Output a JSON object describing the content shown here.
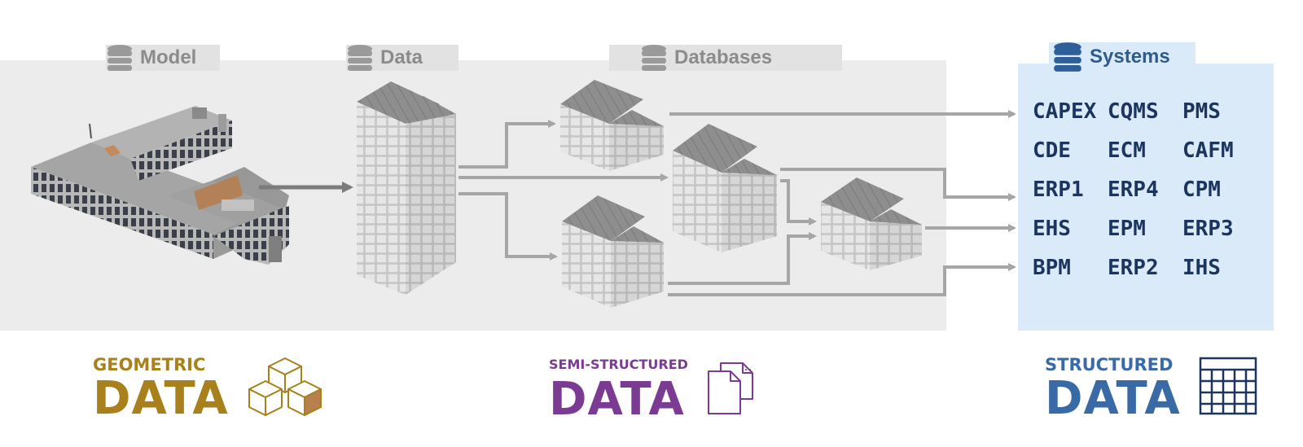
{
  "headers": {
    "model": "Model",
    "data": "Data",
    "databases": "Databases",
    "systems": "Systems"
  },
  "systems": [
    "CAPEX",
    "CQMS",
    "PMS",
    "CDE",
    "ECM",
    "CAFM",
    "ERP1",
    "ERP4",
    "CPM",
    "EHS",
    "EPM",
    "ERP3",
    "BPM",
    "ERP2",
    "IHS"
  ],
  "captions": {
    "geometric": {
      "small": "GEOMETRIC",
      "big": "DATA",
      "color": "#a8811d"
    },
    "semi": {
      "small": "SEMI-STRUCTURED",
      "big": "DATA",
      "color": "#7b3b93"
    },
    "structured": {
      "small": "STRUCTURED",
      "big": "DATA",
      "color": "#3a6aa5"
    }
  },
  "colors": {
    "panel_gray": "#ececec",
    "panel_blue": "#dbeaf8",
    "arrow": "#a6a6a6",
    "block_top": "#8f8f8f",
    "block_side": "#d9d9d9"
  },
  "icons": [
    "database-icon",
    "cubes-icon",
    "documents-icon",
    "table-grid-icon",
    "building-model"
  ]
}
